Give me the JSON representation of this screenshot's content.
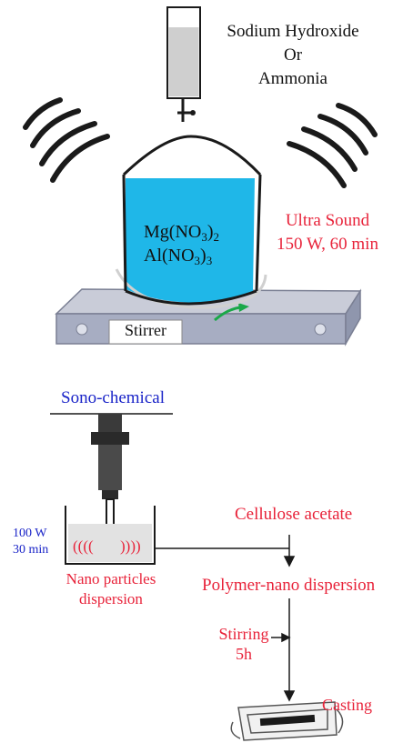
{
  "colors": {
    "red": "#e8233a",
    "blue": "#1a24c8",
    "solution": "#1fb7e8",
    "text": "#111111"
  },
  "top": {
    "reagent_line1": "Sodium Hydroxide",
    "reagent_line2": "Or",
    "reagent_line3": "Ammonia",
    "salt1": {
      "pre": "Mg(NO",
      "sub1": "3",
      "mid": ")",
      "sub2": "2"
    },
    "salt2": {
      "pre": "Al(NO",
      "sub1": "3",
      "mid": ")",
      "sub2": "3"
    },
    "ultrasound_line1": "Ultra Sound",
    "ultrasound_line2": "150 W, 60 min",
    "stirrer_label": "Stirrer"
  },
  "bottom": {
    "sono_title": "Sono-chemical",
    "power": "100 W",
    "time": "30 min",
    "waves_left": "((((",
    "waves_right": "))))",
    "nano_line1": "Nano particles",
    "nano_line2": "dispersion",
    "cellulose": "Cellulose acetate",
    "polymer": "Polymer-nano dispersion",
    "stirring_line1": "Stirring",
    "stirring_line2": "5h",
    "casting": "Casting"
  }
}
